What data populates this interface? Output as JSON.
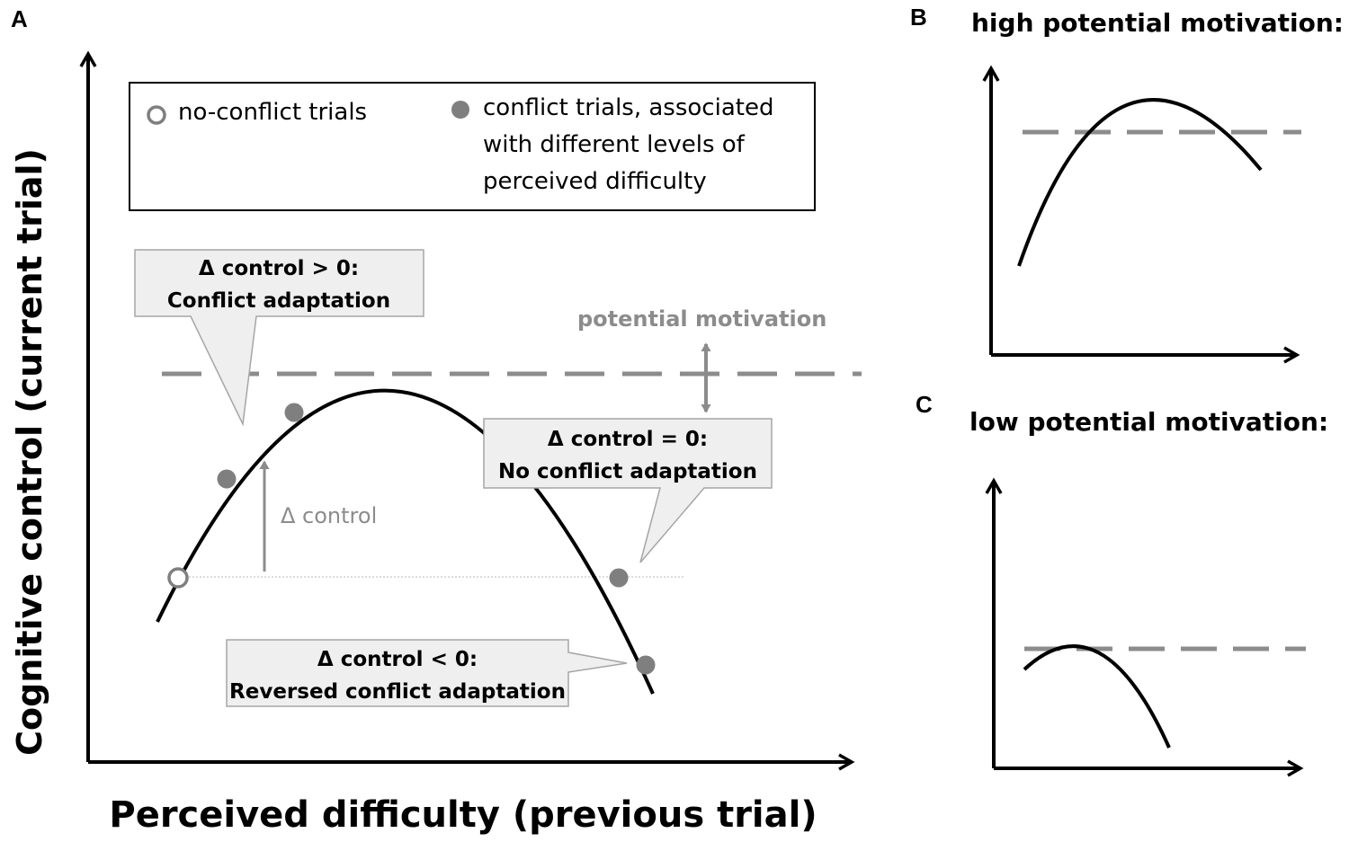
{
  "panels": {
    "a": {
      "letter": "A"
    },
    "b": {
      "letter": "B",
      "title": "high potential motivation:"
    },
    "c": {
      "letter": "C",
      "title": "low potential motivation:"
    }
  },
  "axes": {
    "x_label": "Perceived difficulty (previous trial)",
    "y_label": "Cognitive control (current trial)"
  },
  "legend": {
    "no_conflict": "no-conflict trials",
    "conflict_lines": [
      "conflict trials, associated",
      "with different levels of",
      "perceived difficulty"
    ]
  },
  "annotations": {
    "potential_motivation": "potential motivation",
    "delta_control": "Δ control"
  },
  "callouts": {
    "positive": [
      "Δ control > 0:",
      "Conflict adaptation"
    ],
    "zero": [
      "Δ control = 0:",
      "No conflict adaptation"
    ],
    "negative": [
      "Δ control < 0:",
      "Reversed conflict adaptation"
    ]
  },
  "colors": {
    "curve": "#000000",
    "dashed_line": "#8c8c8c",
    "conflict_dot": "#7f7f7f",
    "callout_fill": "#efefef",
    "callout_stroke": "#a6a6a6"
  }
}
